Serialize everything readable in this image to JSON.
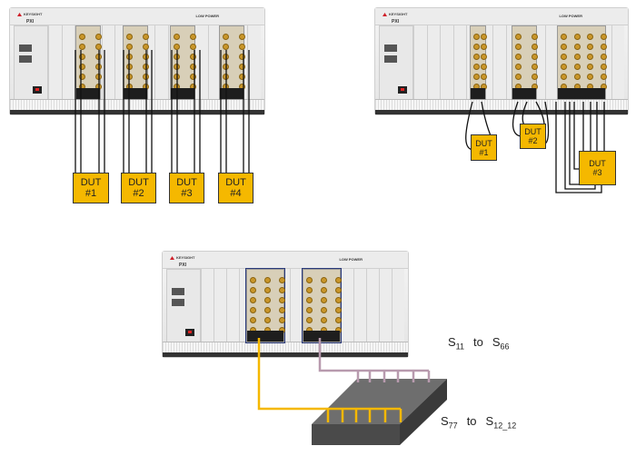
{
  "chassis": {
    "brand": "KEYSIGHT",
    "model": "PXI",
    "low_power": "LOW POWER"
  },
  "top_left": {
    "duts": [
      {
        "label": "DUT",
        "num": "#1"
      },
      {
        "label": "DUT",
        "num": "#2"
      },
      {
        "label": "DUT",
        "num": "#3"
      },
      {
        "label": "DUT",
        "num": "#4"
      }
    ]
  },
  "top_right": {
    "duts": [
      {
        "label": "DUT",
        "num": "#1"
      },
      {
        "label": "DUT",
        "num": "#2"
      },
      {
        "label": "DUT",
        "num": "#3"
      }
    ]
  },
  "bottom": {
    "range1": {
      "s": "S",
      "from": "11",
      "to_word": "to",
      "to": "66"
    },
    "range2": {
      "s": "S",
      "from": "77",
      "to_word": "to",
      "to": "12_12"
    }
  },
  "colors": {
    "dut": "#f5b800",
    "yellow_cable": "#f5b800",
    "pink_cable": "#b89aae",
    "slab_top": "#6e6e6e",
    "slab_front": "#4a4a4a",
    "slab_side": "#3a3a3a"
  }
}
